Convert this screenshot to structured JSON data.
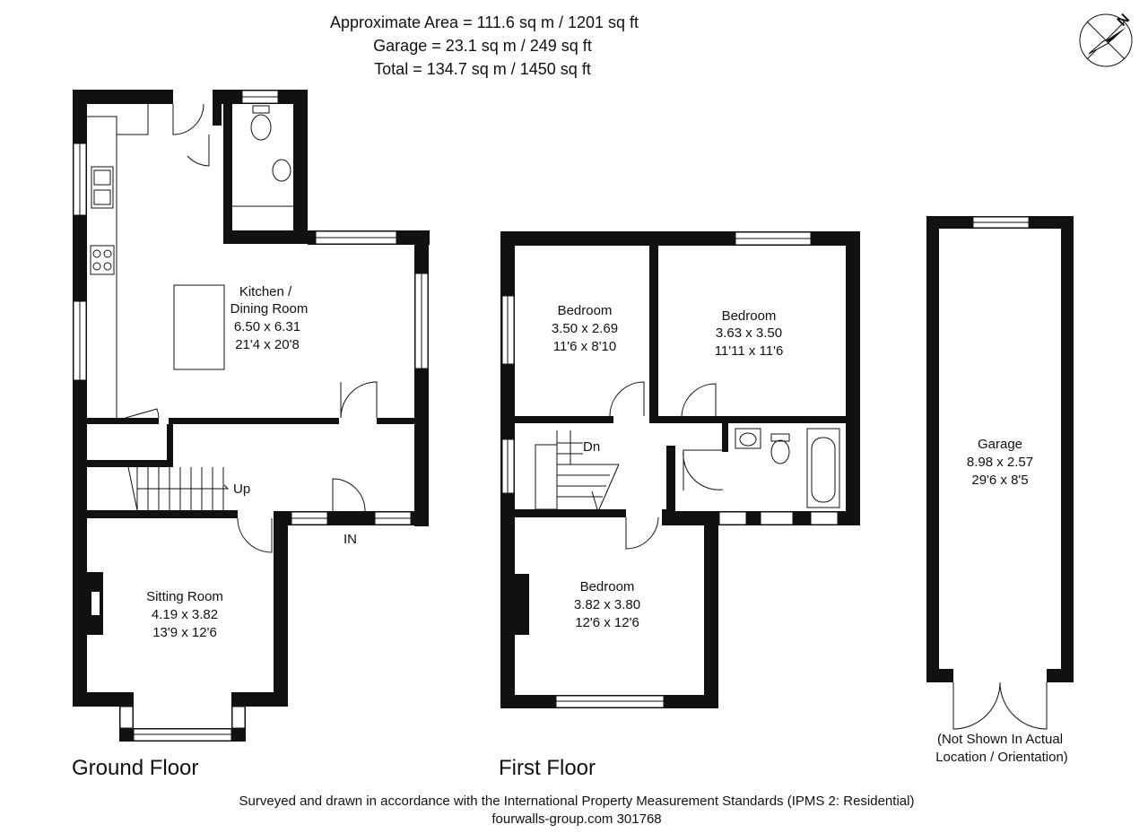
{
  "header": {
    "line1": "Approximate  Area = 111.6 sq m / 1201 sq ft",
    "line2": "Garage = 23.1 sq m / 249 sq ft",
    "line3": "Total = 134.7 sq m / 1450 sq ft"
  },
  "compass": {
    "label": "N"
  },
  "ground_floor": {
    "title": "Ground Floor",
    "kitchen": {
      "name1": "Kitchen /",
      "name2": "Dining Room",
      "metric": "6.50 x 6.31",
      "imperial": "21'4 x 20'8"
    },
    "sitting": {
      "name": "Sitting Room",
      "metric": "4.19 x 3.82",
      "imperial": "13'9 x 12'6"
    },
    "stairs_label": "Up",
    "entrance_label": "IN"
  },
  "first_floor": {
    "title": "First Floor",
    "bedroom1": {
      "name": "Bedroom",
      "metric": "3.50 x 2.69",
      "imperial": "11'6 x 8'10"
    },
    "bedroom2": {
      "name": "Bedroom",
      "metric": "3.63 x 3.50",
      "imperial": "11'11 x 11'6"
    },
    "bedroom3": {
      "name": "Bedroom",
      "metric": "3.82 x 3.80",
      "imperial": "12'6 x 12'6"
    },
    "stairs_label": "Dn"
  },
  "garage": {
    "name": "Garage",
    "metric": "8.98 x 2.57",
    "imperial": "29'6 x 8'5",
    "note1": "(Not Shown In Actual",
    "note2": "Location / Orientation)"
  },
  "footer": {
    "line1": "Surveyed and drawn in accordance with the International Property Measurement Standards (IPMS 2: Residential)",
    "line2": "fourwalls-group.com 301768"
  }
}
